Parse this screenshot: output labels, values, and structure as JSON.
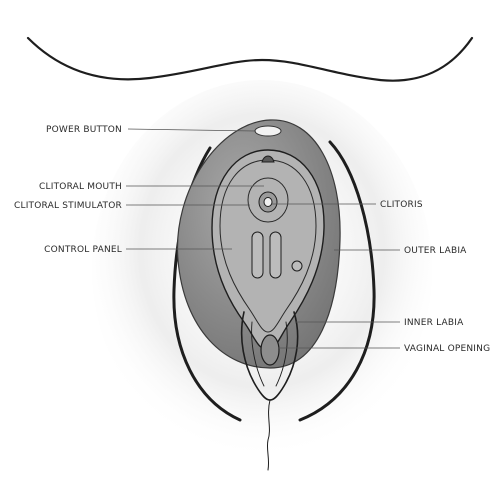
{
  "labels": {
    "power_button": "POWER BUTTON",
    "clitoral_mouth": "CLITORAL MOUTH",
    "clitoral_stimulator": "CLITORAL STIMULATOR",
    "control_panel": "CONTROL PANEL",
    "clitoris": "CLITORIS",
    "outer_labia": "OUTER LABIA",
    "inner_labia": "INNER LABIA",
    "vaginal_opening": "VAGINAL OPENING"
  },
  "colors": {
    "device_body": "#8c8c8c",
    "device_panel": "#a3a3a3",
    "skin_shadow": "#d9d9d9"
  }
}
